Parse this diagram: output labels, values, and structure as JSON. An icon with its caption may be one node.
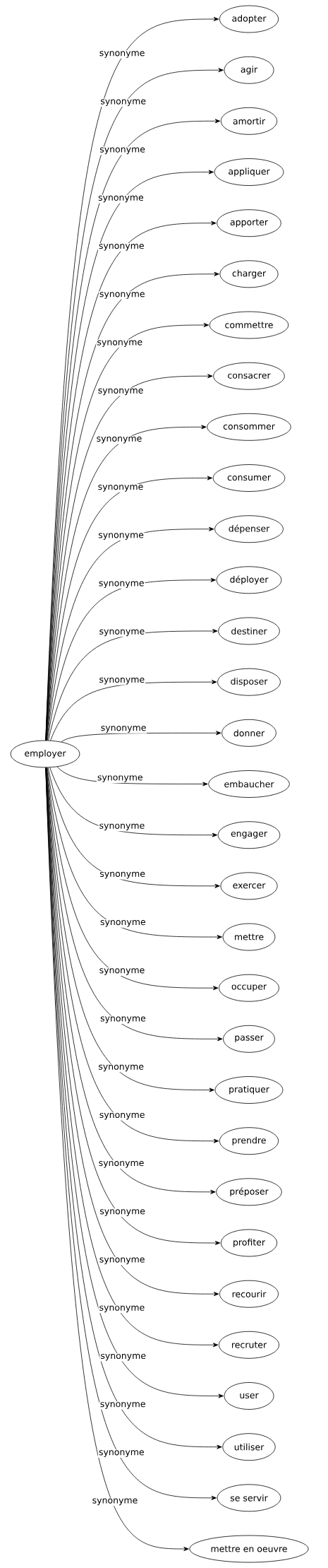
{
  "diagram": {
    "nodes": [
      {
        "text": [
          "employer"
        ]
      },
      {
        "text": [
          "adopter"
        ]
      },
      {
        "text": [
          "agir"
        ]
      },
      {
        "text": [
          "amortir"
        ]
      },
      {
        "text": [
          "appliquer"
        ]
      },
      {
        "text": [
          "apporter"
        ]
      },
      {
        "text": [
          "charger"
        ]
      },
      {
        "text": [
          "commettre"
        ]
      },
      {
        "text": [
          "consacrer"
        ]
      },
      {
        "text": [
          "consommer"
        ]
      },
      {
        "text": [
          "consumer"
        ]
      },
      {
        "text": [
          "dépenser"
        ]
      },
      {
        "text": [
          "déployer"
        ]
      },
      {
        "text": [
          "destiner"
        ]
      },
      {
        "text": [
          "disposer"
        ]
      },
      {
        "text": [
          "donner"
        ]
      },
      {
        "text": [
          "embaucher"
        ]
      },
      {
        "text": [
          "engager"
        ]
      },
      {
        "text": [
          "exercer"
        ]
      },
      {
        "text": [
          "mettre"
        ]
      },
      {
        "text": [
          "occuper"
        ]
      },
      {
        "text": [
          "passer"
        ]
      },
      {
        "text": [
          "pratiquer"
        ]
      },
      {
        "text": [
          "prendre"
        ]
      },
      {
        "text": [
          "préposer"
        ]
      },
      {
        "text": [
          "profiter"
        ]
      },
      {
        "text": [
          "recourir"
        ]
      },
      {
        "text": [
          "recruter"
        ]
      },
      {
        "text": [
          "user"
        ]
      },
      {
        "text": [
          "utiliser"
        ]
      },
      {
        "text": [
          "se servir"
        ]
      },
      {
        "text": [
          "mettre en oeuvre"
        ]
      }
    ],
    "edges": [
      {
        "from": 0,
        "to": 1,
        "arrow": "to",
        "label": "synonyme"
      },
      {
        "from": 0,
        "to": 2,
        "arrow": "to",
        "label": "synonyme"
      },
      {
        "from": 0,
        "to": 3,
        "arrow": "to",
        "label": "synonyme"
      },
      {
        "from": 0,
        "to": 4,
        "arrow": "to",
        "label": "synonyme"
      },
      {
        "from": 0,
        "to": 5,
        "arrow": "to",
        "label": "synonyme"
      },
      {
        "from": 0,
        "to": 6,
        "arrow": "to",
        "label": "synonyme"
      },
      {
        "from": 0,
        "to": 7,
        "arrow": "to",
        "label": "synonyme"
      },
      {
        "from": 0,
        "to": 8,
        "arrow": "to",
        "label": "synonyme"
      },
      {
        "from": 0,
        "to": 9,
        "arrow": "to",
        "label": "synonyme"
      },
      {
        "from": 0,
        "to": 10,
        "arrow": "to",
        "label": "synonyme"
      },
      {
        "from": 0,
        "to": 11,
        "arrow": "to",
        "label": "synonyme"
      },
      {
        "from": 0,
        "to": 12,
        "arrow": "to",
        "label": "synonyme"
      },
      {
        "from": 0,
        "to": 13,
        "arrow": "to",
        "label": "synonyme"
      },
      {
        "from": 0,
        "to": 14,
        "arrow": "to",
        "label": "synonyme"
      },
      {
        "from": 0,
        "to": 15,
        "arrow": "to",
        "label": "synonyme"
      },
      {
        "from": 0,
        "to": 16,
        "arrow": "to",
        "label": "synonyme"
      },
      {
        "from": 0,
        "to": 17,
        "arrow": "to",
        "label": "synonyme"
      },
      {
        "from": 0,
        "to": 18,
        "arrow": "to",
        "label": "synonyme"
      },
      {
        "from": 0,
        "to": 19,
        "arrow": "to",
        "label": "synonyme"
      },
      {
        "from": 0,
        "to": 20,
        "arrow": "to",
        "label": "synonyme"
      },
      {
        "from": 0,
        "to": 21,
        "arrow": "to",
        "label": "synonyme"
      },
      {
        "from": 0,
        "to": 22,
        "arrow": "to",
        "label": "synonyme"
      },
      {
        "from": 0,
        "to": 23,
        "arrow": "to",
        "label": "synonyme"
      },
      {
        "from": 0,
        "to": 24,
        "arrow": "to",
        "label": "synonyme"
      },
      {
        "from": 0,
        "to": 25,
        "arrow": "to",
        "label": "synonyme"
      },
      {
        "from": 0,
        "to": 26,
        "arrow": "to",
        "label": "synonyme"
      },
      {
        "from": 0,
        "to": 27,
        "arrow": "to",
        "label": "synonyme"
      },
      {
        "from": 0,
        "to": 28,
        "arrow": "to",
        "label": "synonyme"
      },
      {
        "from": 0,
        "to": 29,
        "arrow": "to",
        "label": "synonyme"
      },
      {
        "from": 0,
        "to": 30,
        "arrow": "to",
        "label": "synonyme"
      },
      {
        "from": 0,
        "to": 31,
        "arrow": "to",
        "label": "synonyme"
      }
    ]
  }
}
